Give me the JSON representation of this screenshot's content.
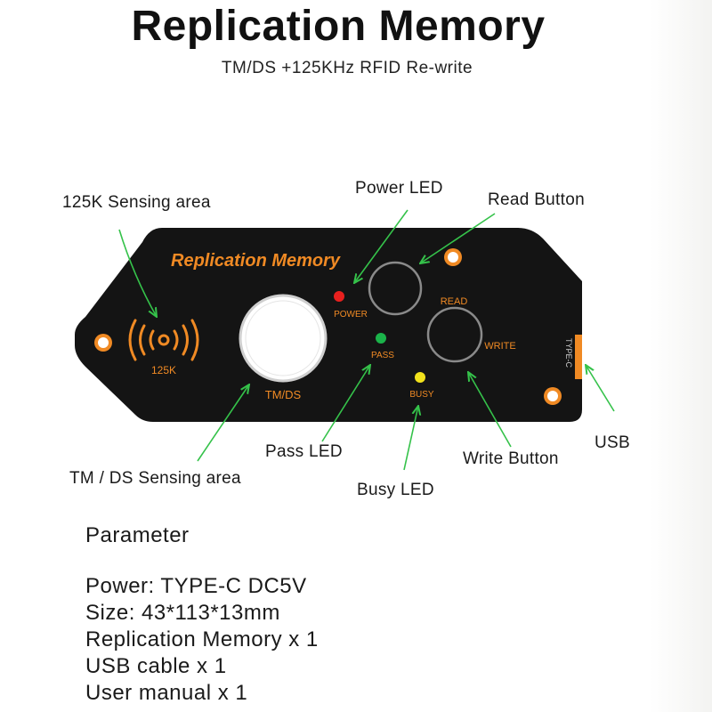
{
  "title": "Replication Memory",
  "subtitle": "TM/DS +125KHz RFID Re-write",
  "device": {
    "brand_label": "Replication Memory",
    "rfid_label": "125K",
    "tmds_label": "TM/DS",
    "power_led_label": "POWER",
    "pass_led_label": "PASS",
    "busy_led_label": "BUSY",
    "read_label": "READ",
    "write_label": "WRITE",
    "port_label": "TYPE-C",
    "colors": {
      "body": "#141414",
      "accent": "#f08a24",
      "power_led": "#e8201e",
      "pass_led": "#1bb34a",
      "busy_led": "#f2e21c",
      "arrow": "#35c24a"
    },
    "icons": [
      "rfid-waves-icon",
      "arrow-icon"
    ]
  },
  "callouts": {
    "sensing_125k": "125K Sensing area",
    "power_led": "Power LED",
    "read_button": "Read Button",
    "tmds_sensing": "TM / DS Sensing area",
    "pass_led": "Pass  LED",
    "busy_led": "Busy LED",
    "write_button": "Write Button",
    "usb": "USB"
  },
  "parameters": {
    "heading": "Parameter",
    "items": [
      "Power: TYPE-C  DC5V",
      "Size: 43*113*13mm",
      "Replication Memory  x 1",
      "USB cable  x  1",
      "User manual  x  1"
    ]
  }
}
